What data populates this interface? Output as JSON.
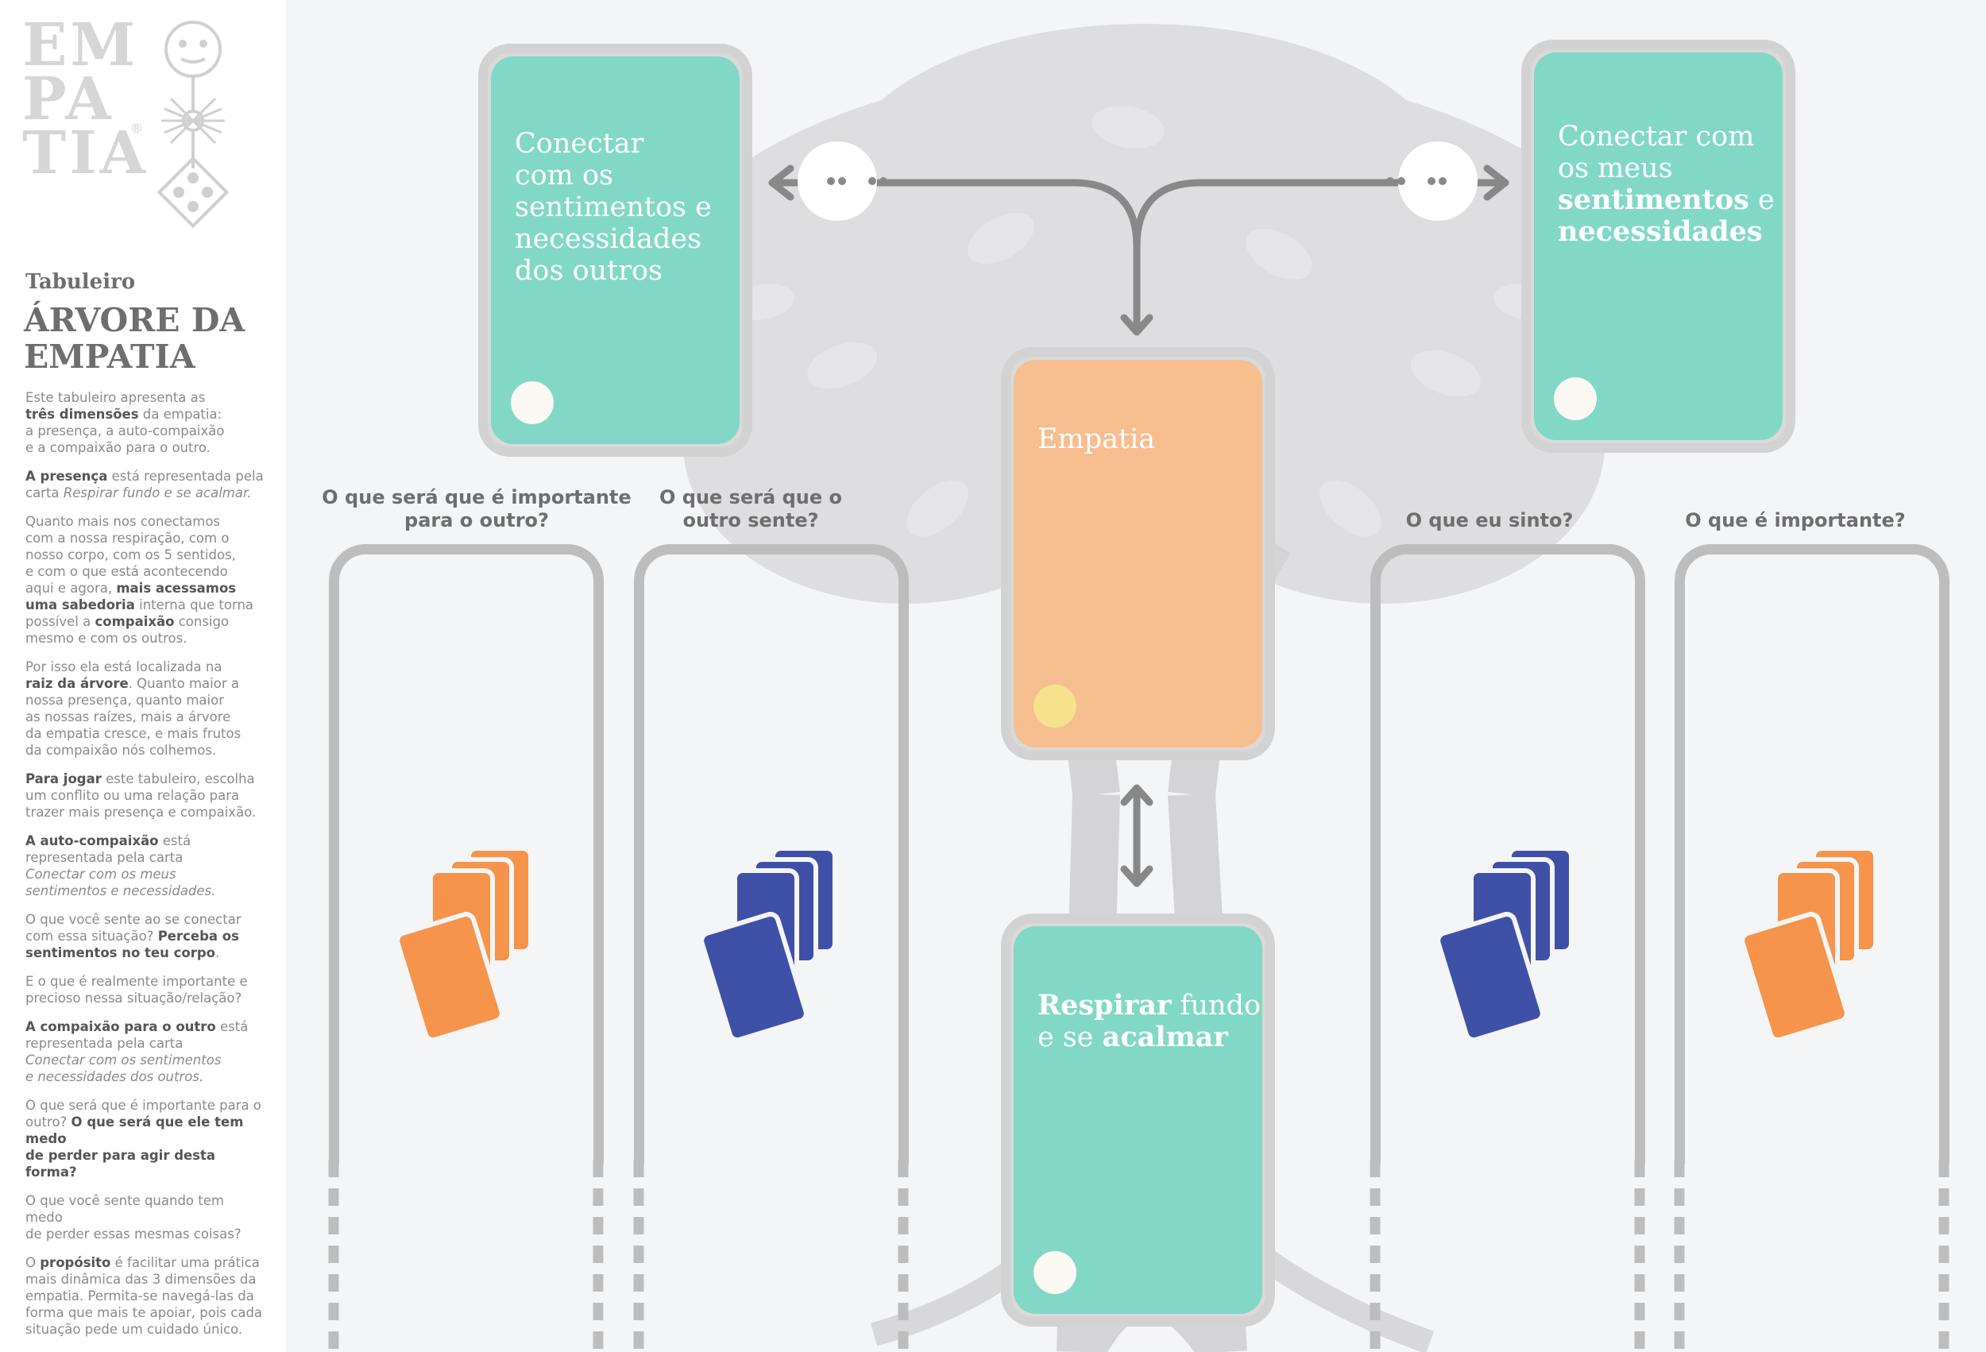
{
  "logo": {
    "line1": "EM",
    "line2": "PA",
    "line3": "TIA",
    "reg": "®"
  },
  "sidebar": {
    "subtitle": "Tabuleiro",
    "title_line1": "ÁRVORE DA",
    "title_line2": "EMPATIA",
    "p1": {
      "a": "Este tabuleiro apresenta as",
      "b": "três dimensões",
      "c": "da empatia:",
      "d": "a presença, a auto-compaixão",
      "e": "e a compaixão para o outro."
    },
    "p2": {
      "a": "A presença",
      "b": "está representada pela",
      "c": "carta",
      "d": "Respirar fundo e se acalmar."
    },
    "p3": {
      "a": "Quanto mais nos conectamos",
      "b": "com a nossa respiração, com o",
      "c": "nosso corpo, com os 5 sentidos,",
      "d": "e com o que está acontecendo",
      "e": "aqui e agora,",
      "f": "mais acessamos",
      "g": "uma sabedoria",
      "h": "interna que torna",
      "i": "possível a",
      "j": "compaixão",
      "k": "consigo",
      "l": "mesmo e com os outros."
    },
    "p4": {
      "a": "Por isso ela está localizada na",
      "b": "raiz da árvore",
      "c": ". Quanto maior a",
      "d": "nossa presença, quanto maior",
      "e": "as nossas raízes, mais a árvore",
      "f": "da empatia cresce, e mais frutos",
      "g": "da compaixão nós colhemos."
    },
    "p5": {
      "a": "Para jogar",
      "b": "este tabuleiro, escolha",
      "c": "um conflito ou uma relação para",
      "d": "trazer mais presença e compaixão."
    },
    "p6": {
      "a": "A auto-compaixão",
      "b": "está",
      "c": "representada pela carta",
      "d": "Conectar com os meus",
      "e": "sentimentos e necessidades."
    },
    "p7": {
      "a": "O que você sente ao se conectar",
      "b": "com essa situação?",
      "c": "Perceba os",
      "d": "sentimentos no teu corpo",
      "e": "."
    },
    "p8": {
      "a": "E o que é realmente importante e",
      "b": "precioso nessa situação/relação?"
    },
    "p9": {
      "a": "A compaixão para o outro",
      "b": "está",
      "c": "representada pela carta",
      "d": "Conectar com os sentimentos",
      "e": "e necessidades dos outros."
    },
    "p10": {
      "a": "O que será que é importante para o",
      "b": "outro?",
      "c": "O que será que ele tem medo",
      "d": "de perder para agir desta forma?"
    },
    "p11": {
      "a": "O que você sente quando tem medo",
      "b": "de perder essas mesmas coisas?"
    },
    "p12": {
      "a": "O",
      "b": "propósito",
      "c": "é facilitar uma prática",
      "d": "mais dinâmica das 3 dimensões da",
      "e": "empatia. Permita-se navegá-las da",
      "f": "forma que mais te apoiar, pois cada",
      "g": "situação pede um cuidado único."
    }
  },
  "cards": {
    "others": {
      "l1": "Conectar",
      "l2": "com os",
      "l3": "sentimentos e",
      "l4": "necessidades",
      "l5": "dos outros"
    },
    "self": {
      "l1": "Conectar com",
      "l2": "os meus",
      "l3b": "sentimentos",
      "l3c": "e",
      "l4b": "necessidades"
    },
    "empatia": {
      "label": "Empatia"
    },
    "breathe": {
      "b1": "Respirar",
      "t1": "fundo",
      "t2": "e se",
      "b2": "acalmar"
    }
  },
  "questions": {
    "q1": {
      "l1": "O que será que é importante",
      "l2": "para o outro?"
    },
    "q2": {
      "l1": "O que será que o",
      "l2": "outro sente?"
    },
    "q3": {
      "l1": "O que eu sinto?"
    },
    "q4": {
      "l1": "O que é importante?"
    }
  },
  "colors": {
    "teal": "#82d8c7",
    "peach": "#f7be8f",
    "orange": "#f5944a",
    "navy": "#3f51a6",
    "lane": "#bdbdbd",
    "tree": "#d9d9db",
    "arrow": "#888888"
  }
}
